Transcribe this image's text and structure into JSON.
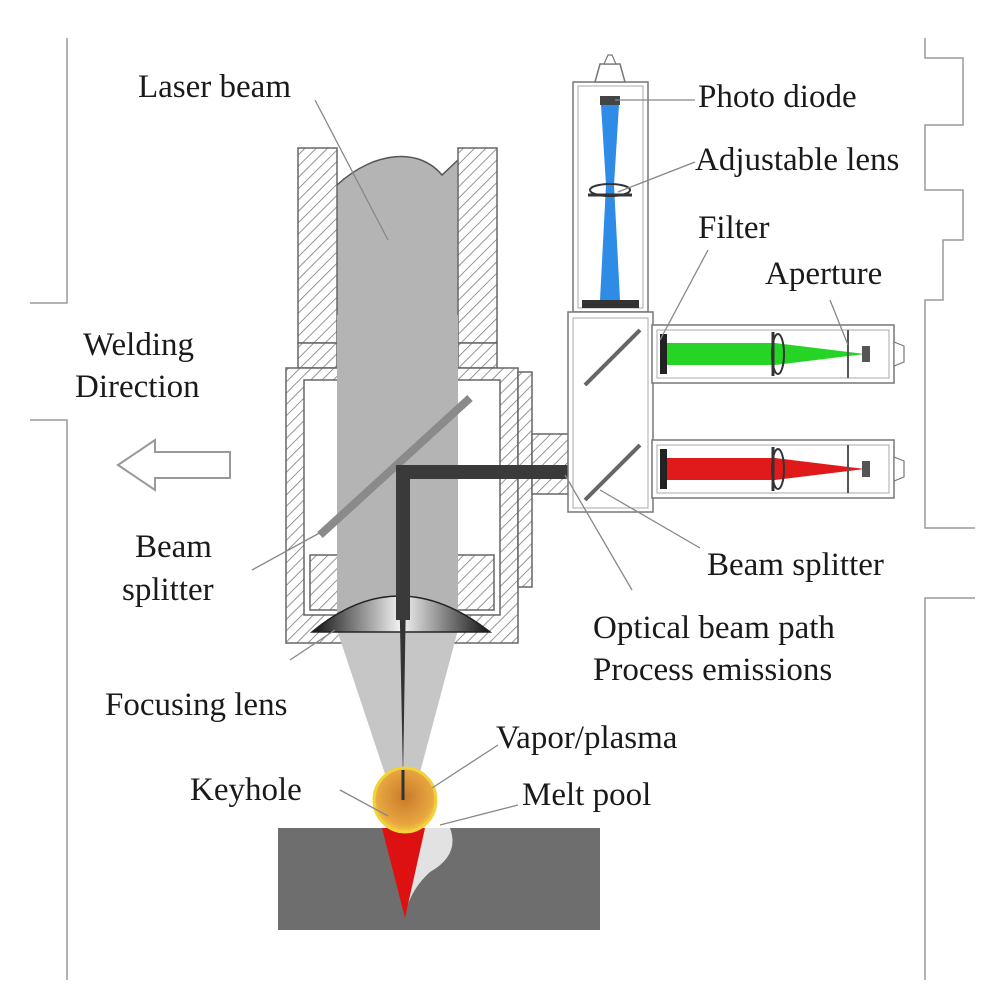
{
  "labels": {
    "laser_beam": "Laser beam",
    "photo_diode": "Photo diode",
    "adjustable_lens": "Adjustable lens",
    "filter": "Filter",
    "aperture": "Aperture",
    "welding_direction_line1": "Welding",
    "welding_direction_line2": "Direction",
    "beam_splitter_left_line1": "Beam",
    "beam_splitter_left_line2": "splitter",
    "beam_splitter_right": "Beam splitter",
    "optical_beam_path": "Optical beam path",
    "process_emissions": "Process emissions",
    "focusing_lens": "Focusing lens",
    "vapor_plasma": "Vapor/plasma",
    "keyhole": "Keyhole",
    "melt_pool": "Melt pool"
  },
  "colors": {
    "laser_beam": "#b4b4b4",
    "optical_path": "#3a3a3a",
    "photo_diode_light": "#2e8ce6",
    "filtered_green": "#26d426",
    "filtered_red": "#e01a1a",
    "workpiece": "#6e6e6e",
    "plasma": "#e8a640",
    "keyhole": "#dd1111",
    "melt_pool": "#e2e2e2"
  }
}
